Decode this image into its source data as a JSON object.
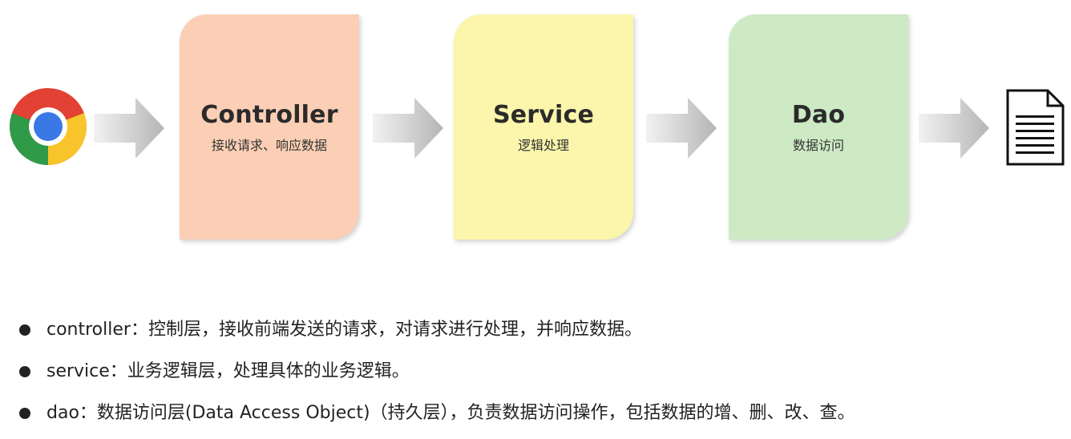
{
  "diagram": {
    "layers": [
      {
        "title": "Controller",
        "subtitle": "接收请求、响应数据",
        "color": "#fbcfb5"
      },
      {
        "title": "Service",
        "subtitle": "逻辑处理",
        "color": "#fbf6ab"
      },
      {
        "title": "Dao",
        "subtitle": "数据访问",
        "color": "#cdeac4"
      }
    ],
    "start_icon": "chrome-browser-icon",
    "end_icon": "document-icon",
    "arrow_icon": "right-arrow-icon"
  },
  "bullets": [
    {
      "text": "controller：控制层，接收前端发送的请求，对请求进行处理，并响应数据。"
    },
    {
      "text": "service：业务逻辑层，处理具体的业务逻辑。"
    },
    {
      "text": "dao：数据访问层(Data Access Object)（持久层），负责数据访问操作，包括数据的增、删、改、查。"
    }
  ]
}
